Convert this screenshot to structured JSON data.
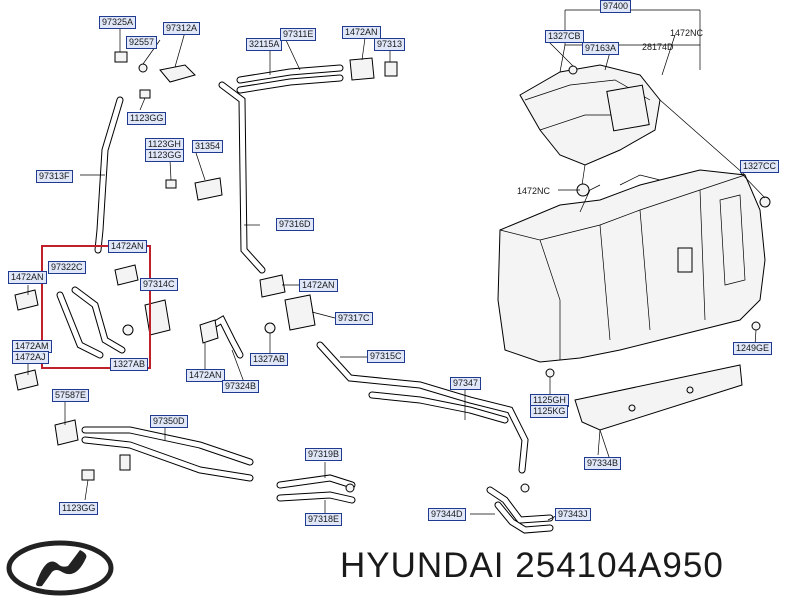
{
  "brand": {
    "name": "HYUNDAI",
    "part_number": "254104A950",
    "logo_icon": "hyundai-logo-icon"
  },
  "highlight_color": "#c0202a",
  "label_border_color": "#1f3a8f",
  "label_fill_color": "#dfe7f8",
  "labels": [
    {
      "id": "l1",
      "text": "97325A"
    },
    {
      "id": "l2",
      "text": "97312A"
    },
    {
      "id": "l3",
      "text": "92557"
    },
    {
      "id": "l4",
      "text": "1123GG"
    },
    {
      "id": "l5",
      "text": "1123GH"
    },
    {
      "id": "l6",
      "text": "1123GG"
    },
    {
      "id": "l7",
      "text": "31354"
    },
    {
      "id": "l8",
      "text": "97313F"
    },
    {
      "id": "l9",
      "text": "1472AN"
    },
    {
      "id": "l10",
      "text": "97322C"
    },
    {
      "id": "l11",
      "text": "1472AN"
    },
    {
      "id": "l12",
      "text": "1472AM"
    },
    {
      "id": "l13",
      "text": "1472AJ"
    },
    {
      "id": "l14",
      "text": "1327AB"
    },
    {
      "id": "l15",
      "text": "97314C"
    },
    {
      "id": "l16",
      "text": "57587E"
    },
    {
      "id": "l17",
      "text": "97350D"
    },
    {
      "id": "l18",
      "text": "1123GG"
    },
    {
      "id": "l19",
      "text": "32115A"
    },
    {
      "id": "l20",
      "text": "97311E"
    },
    {
      "id": "l21",
      "text": "1472AN"
    },
    {
      "id": "l22",
      "text": "97313"
    },
    {
      "id": "l23",
      "text": "97316D"
    },
    {
      "id": "l24",
      "text": "1472AN"
    },
    {
      "id": "l25",
      "text": "97317C"
    },
    {
      "id": "l26",
      "text": "1327AB"
    },
    {
      "id": "l27",
      "text": "1472AN"
    },
    {
      "id": "l28",
      "text": "97324B"
    },
    {
      "id": "l29",
      "text": "97315C"
    },
    {
      "id": "l30",
      "text": "97347"
    },
    {
      "id": "l31",
      "text": "97319B"
    },
    {
      "id": "l32",
      "text": "97318E"
    },
    {
      "id": "l33",
      "text": "97344D"
    },
    {
      "id": "l34",
      "text": "97343J"
    },
    {
      "id": "l35",
      "text": "1327CB"
    },
    {
      "id": "l36",
      "text": "97163A"
    },
    {
      "id": "l37",
      "text": "97400"
    },
    {
      "id": "l38",
      "text": "1327CC"
    },
    {
      "id": "l39",
      "text": "1249GE"
    },
    {
      "id": "l40",
      "text": "1125GH"
    },
    {
      "id": "l41",
      "text": "1125KG"
    },
    {
      "id": "l42",
      "text": "97334B"
    }
  ],
  "plain_labels": [
    {
      "id": "p1",
      "text": "1472NC"
    },
    {
      "id": "p2",
      "text": "28174D"
    },
    {
      "id": "p3",
      "text": "1472NC"
    }
  ]
}
